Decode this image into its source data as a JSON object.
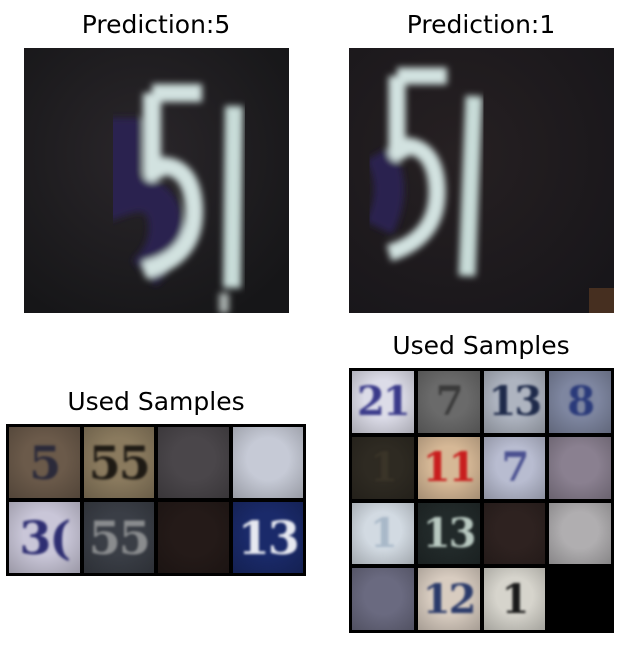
{
  "left_panel": {
    "title": "Prediction:5",
    "samples_title": "Used Samples",
    "samples": [
      {
        "bg": "#6b5a4a",
        "fg": "#2b2a3a",
        "text": "5"
      },
      {
        "bg": "#8a7a5e",
        "fg": "#1e1a14",
        "text": "55"
      },
      {
        "bg": "#4a464a",
        "fg": "#2a262a",
        "text": ""
      },
      {
        "bg": "#c6cad6",
        "fg": "#a0a6b8",
        "text": ""
      },
      {
        "bg": "#c9c6d8",
        "fg": "#2e2e72",
        "text": "3("
      },
      {
        "bg": "#3a3e46",
        "fg": "#8a8c8e",
        "text": "55"
      },
      {
        "bg": "#241a18",
        "fg": "#2e2220",
        "text": ""
      },
      {
        "bg": "#1a2a6a",
        "fg": "#e6e8f0",
        "text": "13"
      }
    ]
  },
  "right_panel": {
    "title": "Prediction:1",
    "samples_title": "Used Samples",
    "samples": [
      {
        "bg": "#dcdce8",
        "fg": "#3a3a8a",
        "text": "21"
      },
      {
        "bg": "#6a6a6a",
        "fg": "#3a3a3a",
        "text": "7"
      },
      {
        "bg": "#aeb4c0",
        "fg": "#1e2a4a",
        "text": "13"
      },
      {
        "bg": "#7e86a0",
        "fg": "#2a3a7a",
        "text": "8"
      },
      {
        "bg": "#2e2a22",
        "fg": "#3a3428",
        "text": "1"
      },
      {
        "bg": "#d6b896",
        "fg": "#c81e1e",
        "text": "11"
      },
      {
        "bg": "#b8bcd0",
        "fg": "#4a5090",
        "text": "7"
      },
      {
        "bg": "#8a8090",
        "fg": "#6a6070",
        "text": ""
      },
      {
        "bg": "#d2dae2",
        "fg": "#a8b8c8",
        "text": "1"
      },
      {
        "bg": "#222a2a",
        "fg": "#b8c8c0",
        "text": "13"
      },
      {
        "bg": "#2e2220",
        "fg": "#3a2a26",
        "text": ""
      },
      {
        "bg": "#b0aeb0",
        "fg": "#c8c8c8",
        "text": ""
      },
      {
        "bg": "#6a6a80",
        "fg": "#4a4a60",
        "text": ""
      },
      {
        "bg": "#d8ccc0",
        "fg": "#2a3a6a",
        "text": "12"
      },
      {
        "bg": "#d6d4cc",
        "fg": "#1a1a1a",
        "text": "1"
      },
      {
        "bg": "#000000",
        "fg": "#000000",
        "text": ""
      }
    ]
  },
  "colors": {
    "image_background": "#1f1c1e",
    "digit_stroke": "#d2e2e0",
    "digit_shadow": "#2a2450",
    "grid_border": "#000000"
  }
}
